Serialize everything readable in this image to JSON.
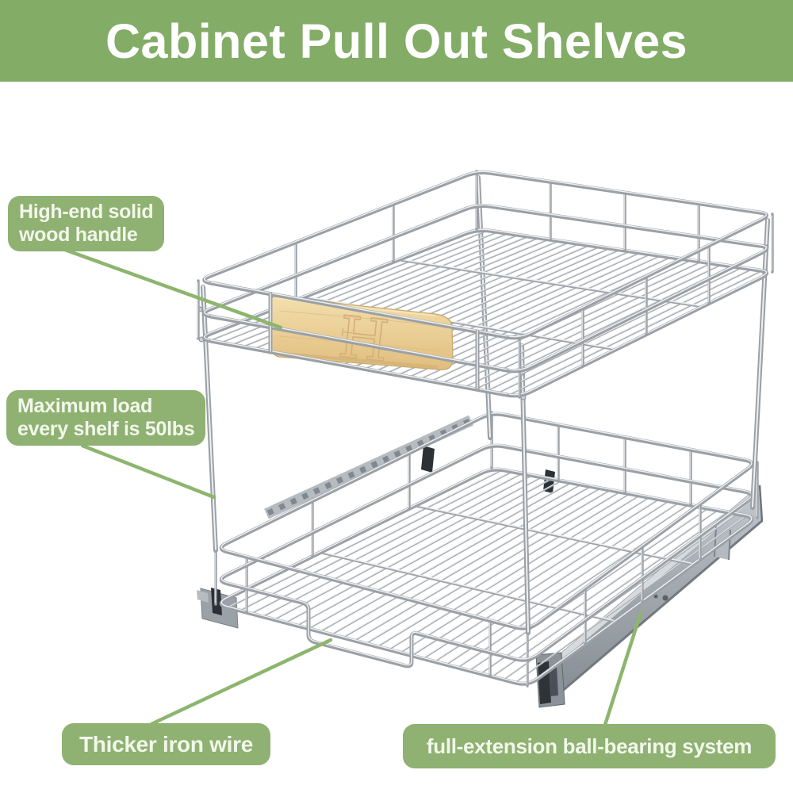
{
  "header": {
    "title": "Cabinet Pull Out Shelves",
    "bg_color": "#83ac67",
    "text_color": "#ffffff"
  },
  "callouts": [
    {
      "id": "wood-handle",
      "lines": [
        "High-end solid",
        "wood handle"
      ]
    },
    {
      "id": "max-load",
      "lines": [
        "Maximum load",
        "every shelf is 50lbs"
      ]
    },
    {
      "id": "iron-wire",
      "lines": [
        "Thicker iron wire"
      ]
    },
    {
      "id": "ball-bearing",
      "lines": [
        "full-extension ball-bearing system"
      ]
    }
  ],
  "product": {
    "type": "2-tier chrome wire pull-out cabinet organizer",
    "tiers": 2,
    "handle_logo": "H",
    "colors": {
      "banner_green": "#83ac67",
      "callout_green": "#8fb172",
      "leader_line_green": "#8db56e",
      "callout_text": "#f2f7eb",
      "chrome": "#9aa0a5",
      "chrome_highlight": "#edeff1",
      "wood": "#eace95",
      "slide_rail_gray": "#9aa1a8"
    }
  }
}
